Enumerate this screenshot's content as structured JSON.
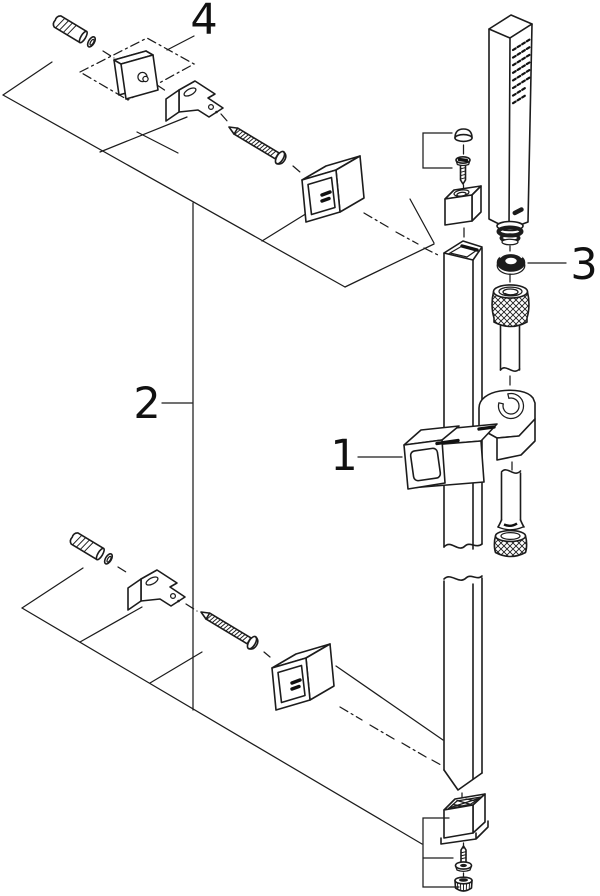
{
  "diagram": {
    "background_color": "#ffffff",
    "line_color": "#1c1c1c",
    "callouts": [
      {
        "label": "1",
        "points_to": "slider-holder"
      },
      {
        "label": "2",
        "points_to": "wall-mount-group"
      },
      {
        "label": "3",
        "points_to": "washer-gasket"
      },
      {
        "label": "4",
        "points_to": "fixing-set"
      }
    ],
    "parts": [
      "hand-shower",
      "shower-rail",
      "slider-holder",
      "washer-gasket",
      "hose-nut-upper",
      "shower-hose",
      "hose-nut-lower",
      "wall-anchor",
      "mounting-bracket",
      "fixing-screw",
      "cover-box",
      "escutcheon-plate",
      "end-cap-block",
      "cap-screw",
      "dome-cap"
    ]
  }
}
